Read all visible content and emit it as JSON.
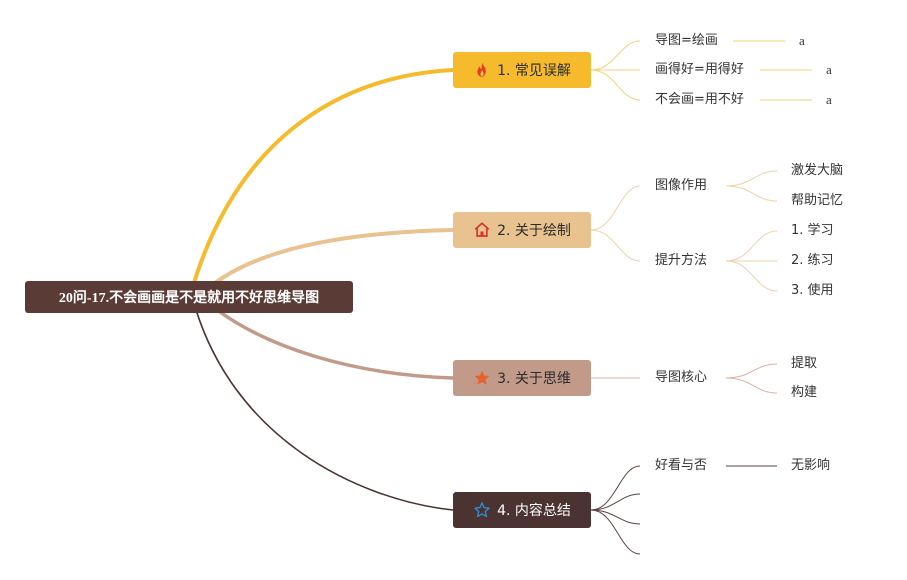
{
  "root": {
    "title": "20问-17.不会画画是不是就用不好思维导图"
  },
  "branches": [
    {
      "label": "1. 常见误解",
      "icon": "fire-icon",
      "color": "#f6bb2c",
      "children": [
        {
          "label": "导图=绘画",
          "children": [
            "a"
          ]
        },
        {
          "label": "画得好=用得好",
          "children": [
            "a"
          ]
        },
        {
          "label": "不会画=用不好",
          "children": [
            "a"
          ]
        }
      ]
    },
    {
      "label": "2. 关于绘制",
      "icon": "home-icon",
      "color": "#e8c28f",
      "children": [
        {
          "label": "图像作用",
          "children": [
            "激发大脑",
            "帮助记忆"
          ]
        },
        {
          "label": "提升方法",
          "children": [
            "1. 学习",
            "2. 练习",
            "3. 使用"
          ]
        }
      ]
    },
    {
      "label": "3. 关于思维",
      "icon": "star-icon",
      "color": "#c29a8a",
      "children": [
        {
          "label": "导图核心",
          "children": [
            "提取",
            "构建"
          ]
        }
      ]
    },
    {
      "label": "4. 内容总结",
      "icon": "star-outline-icon",
      "color": "#4a3331",
      "children": [
        {
          "label": "好看与否",
          "children": [
            "无影响"
          ]
        },
        {
          "label": "",
          "children": []
        },
        {
          "label": "",
          "children": []
        },
        {
          "label": "",
          "children": []
        }
      ]
    }
  ]
}
